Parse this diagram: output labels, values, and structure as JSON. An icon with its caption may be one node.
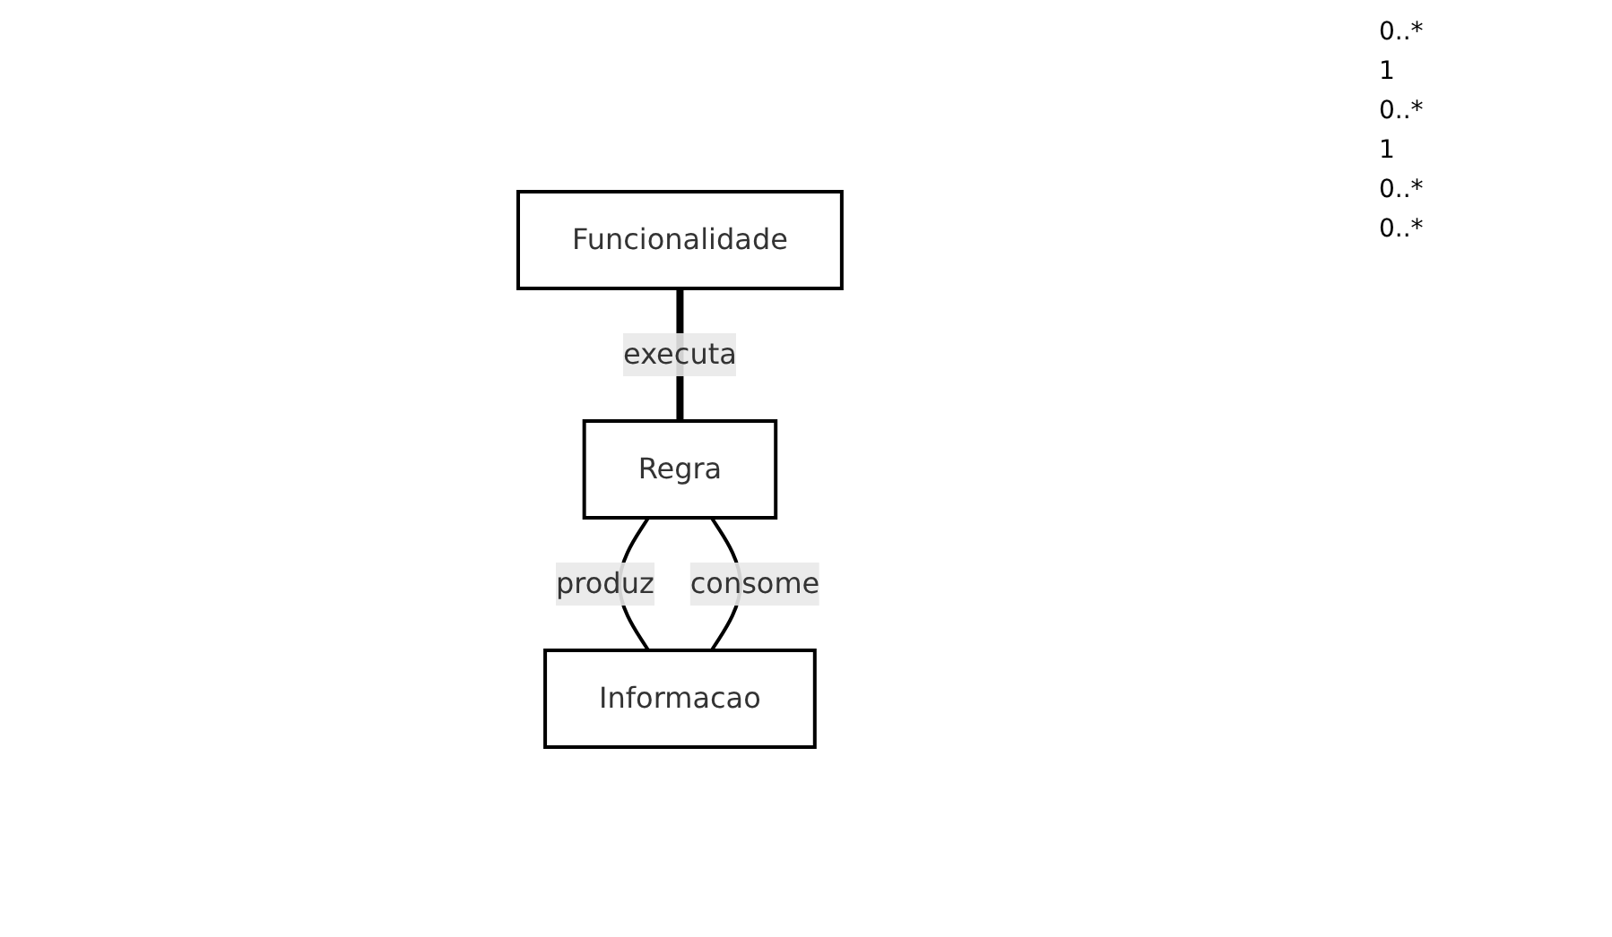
{
  "diagram": {
    "nodes": [
      {
        "text": [
          "Funcionalidade"
        ]
      },
      {
        "text": [
          "Informacao"
        ]
      },
      {
        "text": [
          "Regra"
        ]
      }
    ],
    "edges": [
      {
        "from": 0,
        "to": 2,
        "arrow": "none",
        "label": "executa",
        "style": "thick"
      },
      {
        "from": 2,
        "to": 1,
        "arrow": "none",
        "label": "produz"
      },
      {
        "from": 2,
        "to": 1,
        "arrow": "none",
        "label": "consome"
      }
    ],
    "labels": [
      "0..*",
      "1",
      "0..*",
      "1",
      "0..*",
      "0..*"
    ]
  }
}
